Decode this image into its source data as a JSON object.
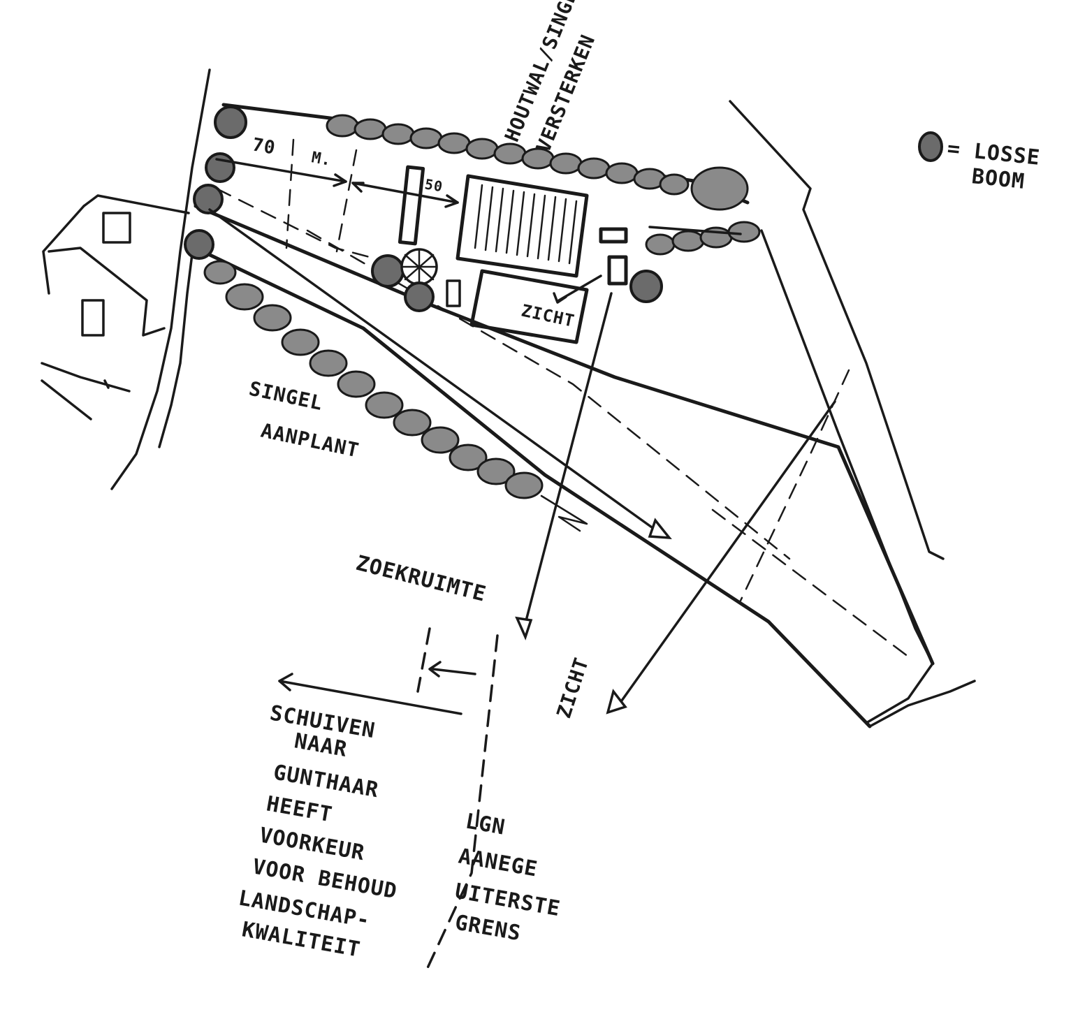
{
  "labels": {
    "houtwal_line1": "HOUTWAL/SINGEL",
    "houtwal_line2": "VERSTERKEN",
    "legend_line1": "= LOSSE",
    "legend_line2": "BOOM",
    "dim_70": "70",
    "dim_m": "M.",
    "dim_50": "50",
    "zicht_1": "ZICHT",
    "singel_line1": "SINGEL",
    "singel_line2": "AANPLANT",
    "zoekruimte": "ZOEKRUIMTE",
    "zicht_2": "ZICHT"
  },
  "left_note": [
    "SCHUIVEN",
    "NAAR",
    "GUNTHAAR",
    "HEEFT",
    "VOORKEUR",
    "VOOR BEHOUD",
    "LANDSCHAP-",
    "KWALITEIT"
  ],
  "right_note": [
    "LGN",
    "AANEGE",
    "UITERSTE",
    "GRENS"
  ],
  "colors": {
    "ink": "#1a1a1a",
    "fill": "#6b6b6b",
    "paper": "#ffffff"
  }
}
